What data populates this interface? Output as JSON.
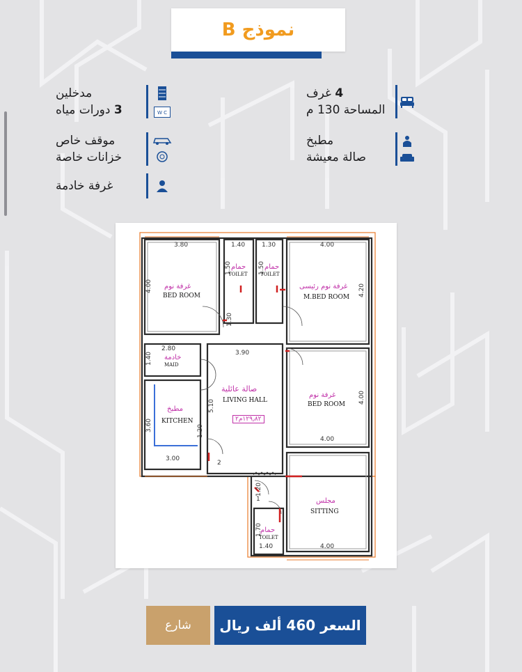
{
  "title": "نموذج B",
  "features": {
    "rooms": {
      "count": "4",
      "label": "غرف",
      "icon": "bed-icon"
    },
    "area": {
      "label": "المساحة 130 م"
    },
    "kitchen": {
      "label": "مطبخ",
      "icon": "chef-icon"
    },
    "living": {
      "label": "صالة معيشة",
      "icon": "sofa-icon"
    },
    "entrances": {
      "label": "مدخلين",
      "icon": "door-icon"
    },
    "bathrooms": {
      "count": "3",
      "label": "دورات مياه",
      "icon": "wc-icon"
    },
    "parking": {
      "label": "موقف خاص",
      "icon": "car-icon"
    },
    "tanks": {
      "label": "خزانات خاصة",
      "icon": "tank-icon"
    },
    "maid": {
      "label": "غرفة خادمة",
      "icon": "user-icon"
    }
  },
  "floor_plan": {
    "rooms": {
      "bed1_ar": "غرفة نوم",
      "bed1_en": "BED ROOM",
      "toilet1_ar": "حمام",
      "toilet1_en": "TOILET",
      "toilet2_ar": "حمام",
      "toilet2_en": "TOILET",
      "master_ar": "غرفة نوم رئيسى",
      "master_en": "M.BED ROOM",
      "maid_ar": "خادمة",
      "maid_en": "MAID",
      "living_ar": "صالة عائلية",
      "living_en": "LIVING HALL",
      "living_area": "١٢٩٫٨٢م٢",
      "kitchen_ar": "مطبخ",
      "kitchen_en": "KITCHEN",
      "bed2_ar": "غرفة نوم",
      "bed2_en": "BED ROOM",
      "sitting_ar": "مجلس",
      "sitting_en": "SITTING",
      "toilet3_ar": "حمام",
      "toilet3_en": "TOILET"
    },
    "dims": {
      "d380": "3.80",
      "d140a": "1.40",
      "d130": "1.30",
      "d400a": "4.00",
      "d400l": "4.00",
      "d420": "4.20",
      "d150a": "1.50",
      "d150b": "1.50",
      "d130v": "1.30",
      "d280": "2.80",
      "d390": "3.90",
      "d140v": "1.40",
      "d510": "5.10",
      "d400r": "4.00",
      "d360": "3.60",
      "d120": "1.20",
      "d300": "3.00",
      "d400b": "4.00",
      "d120b": "1.20",
      "d170": "1.70",
      "d140b": "1.40",
      "d400c": "4.00",
      "d2": "2",
      "d1": "1"
    }
  },
  "buttons": {
    "street": "شارع",
    "price": "السعر 460 ألف ريال"
  },
  "colors": {
    "accent_blue": "#1a4f97",
    "title_orange": "#f19b1f",
    "button_tan": "#c9a16c",
    "plan_magenta": "#c030a8",
    "plan_orange": "#e87a2a"
  }
}
